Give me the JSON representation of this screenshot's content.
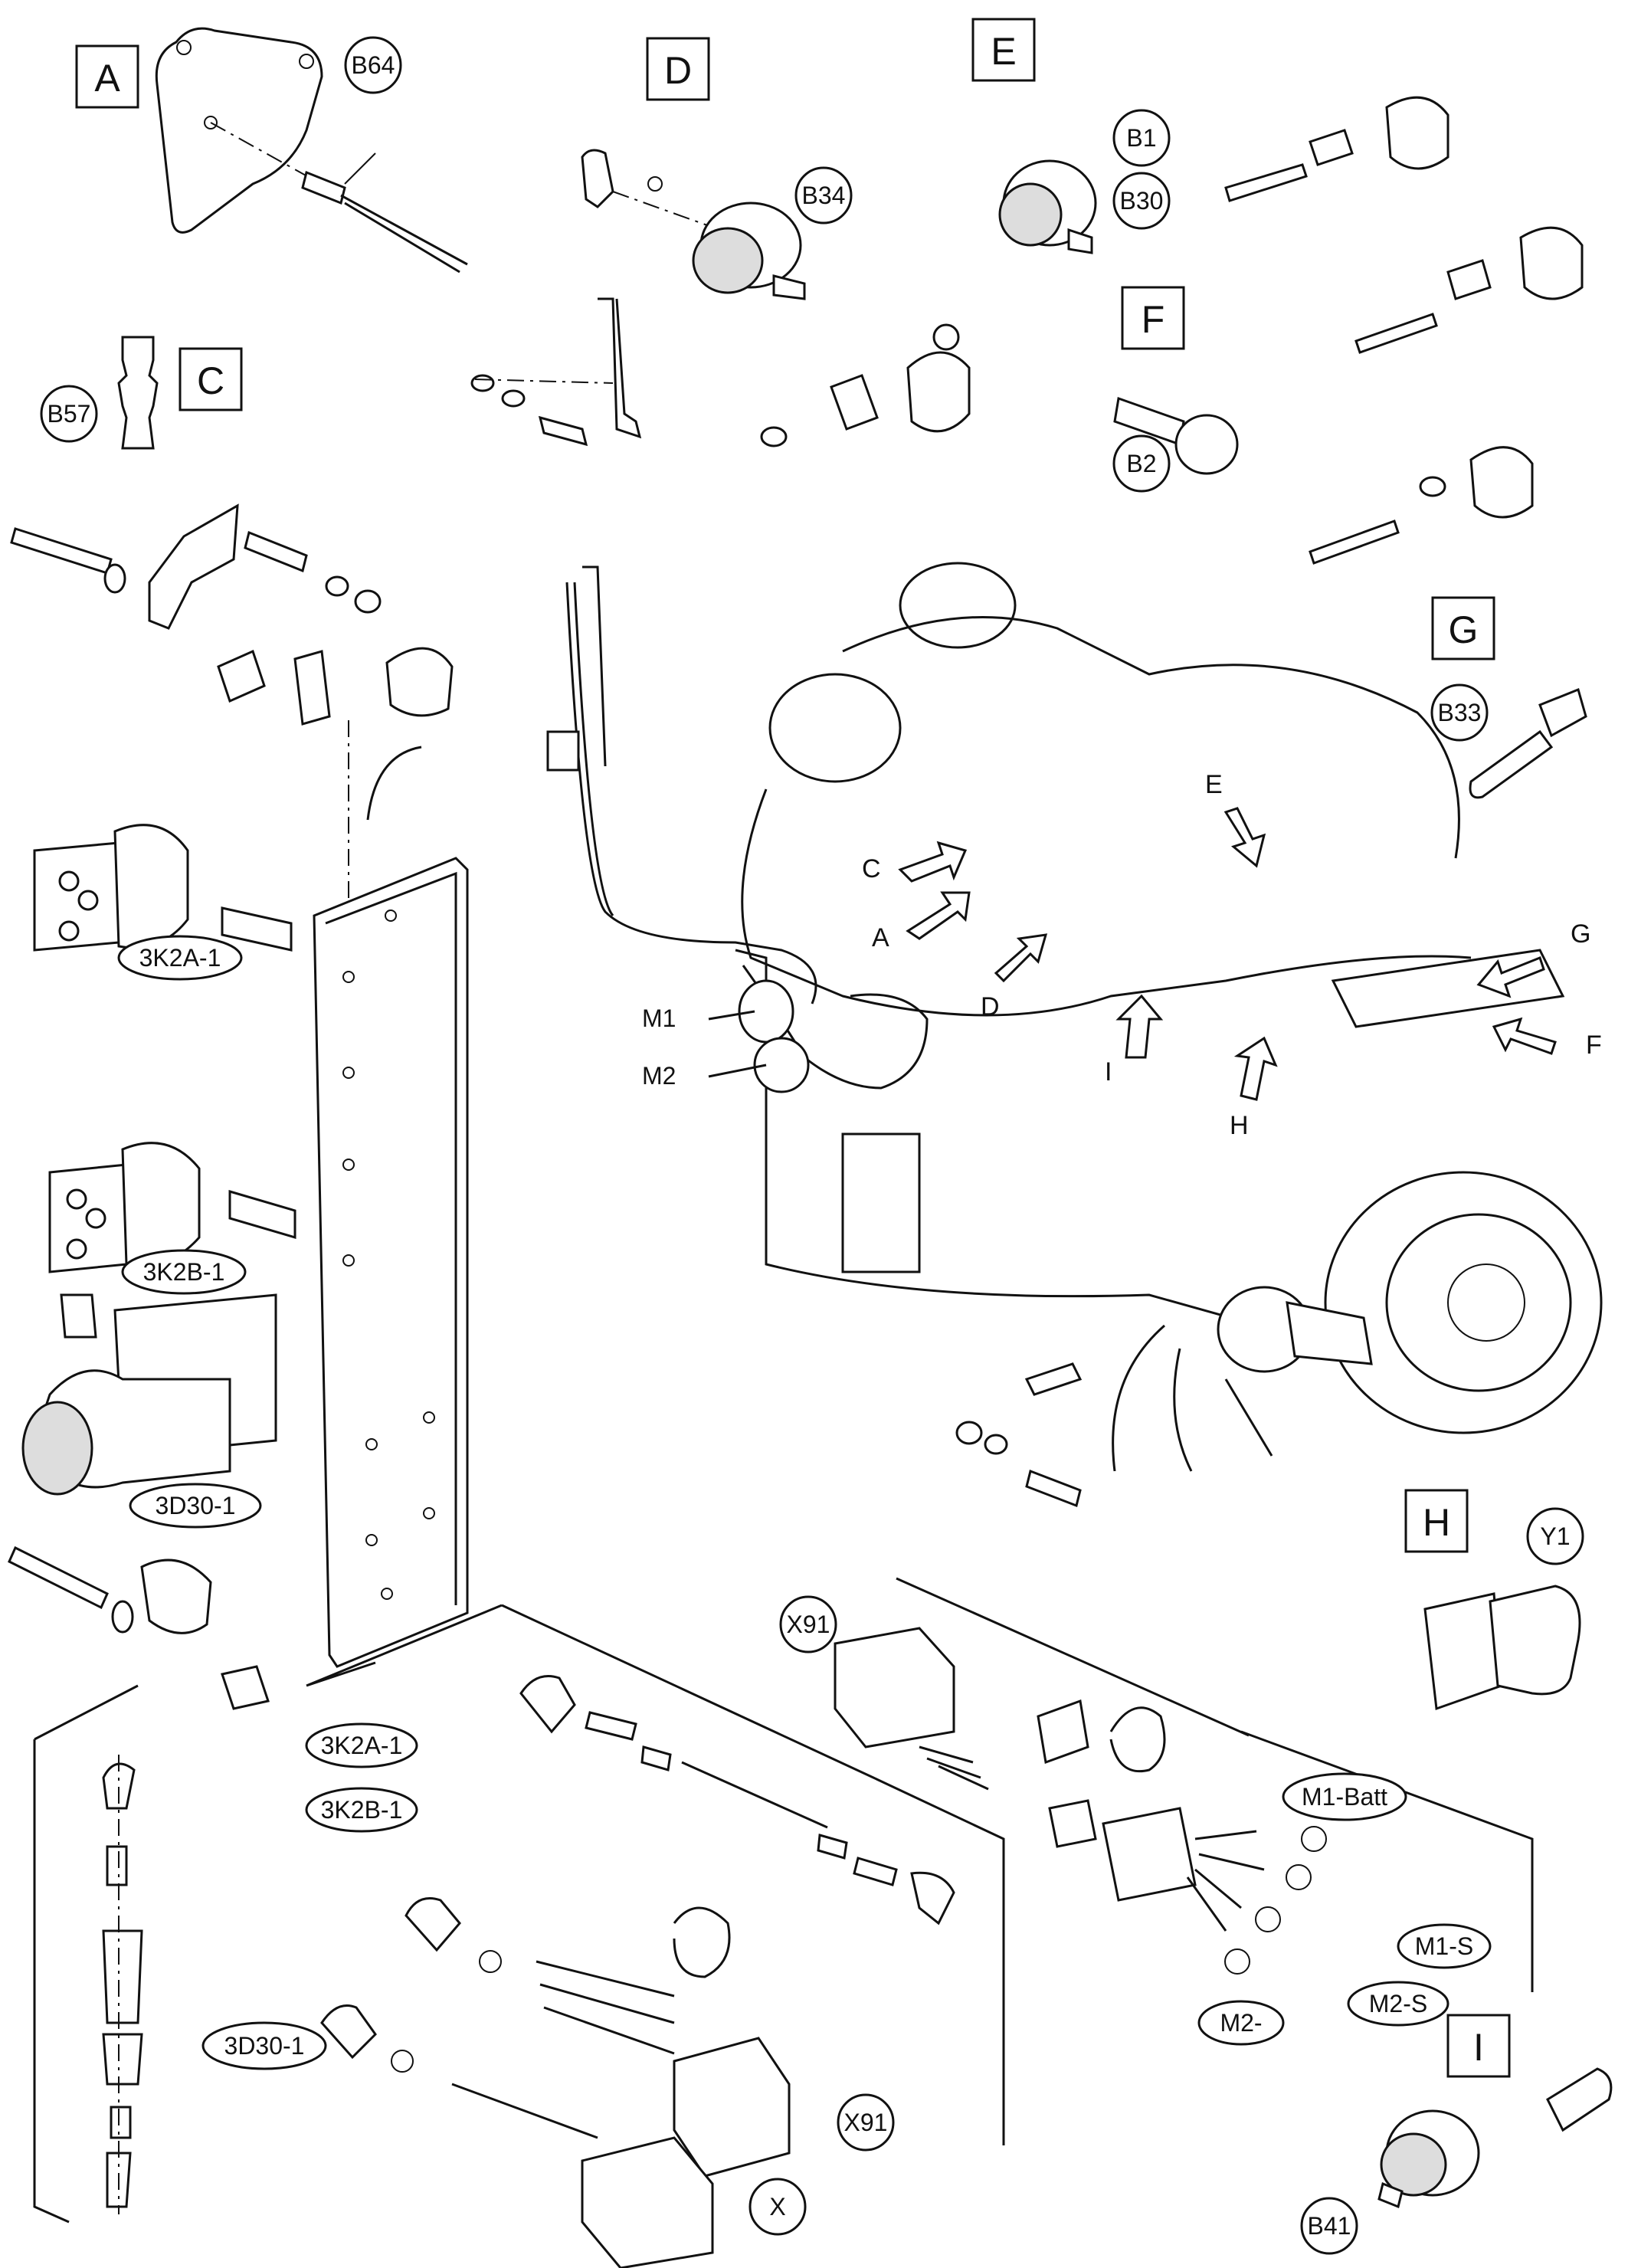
{
  "views": {
    "A": "A",
    "C": "C",
    "D": "D",
    "E": "E",
    "F": "F",
    "G": "G",
    "H": "H",
    "I": "I"
  },
  "engine_callouts": {
    "C": "C",
    "A": "A",
    "D": "D",
    "E": "E",
    "G": "G",
    "F": "F",
    "H": "H",
    "I": "I"
  },
  "wire_labels": {
    "M1": "M1",
    "M2": "M2"
  },
  "parts": {
    "B64": "B64",
    "B57": "B57",
    "B34": "B34",
    "B1": "B1",
    "B30": "B30",
    "B2": "B2",
    "B33": "B33",
    "Y1": "Y1",
    "B41": "B41",
    "relay_a": "3K2A-1",
    "relay_b": "3K2B-1",
    "starter_relay": "3D30-1",
    "relay_a_2": "3K2A-1",
    "relay_b_2": "3K2B-1",
    "starter_relay_2": "3D30-1",
    "X91": "X91",
    "X91_2": "X91",
    "X": "X",
    "M1_Batt": "M1-Batt",
    "M1_S": "M1-S",
    "M2_S": "M2-S",
    "M2_minus": "M2-"
  },
  "colors": {
    "line": "#111111",
    "background": "#ffffff"
  }
}
